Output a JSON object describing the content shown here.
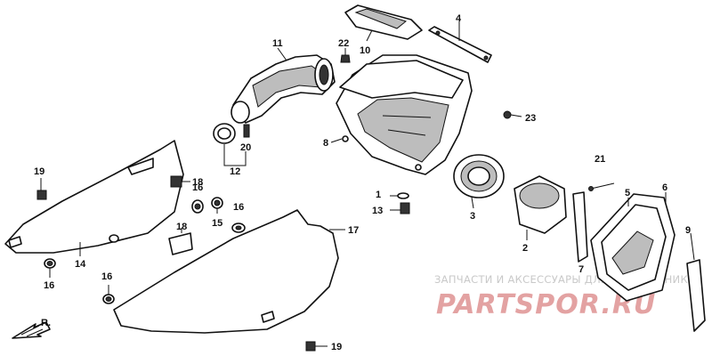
{
  "callouts": [
    "1",
    "2",
    "3",
    "4",
    "5",
    "6",
    "7",
    "8",
    "9",
    "10",
    "11",
    "12",
    "13",
    "14",
    "15",
    "16",
    "16",
    "16",
    "16",
    "17",
    "18",
    "18",
    "19",
    "19",
    "20",
    "21",
    "22",
    "23"
  ],
  "front_marker": "R.",
  "watermark": {
    "caption": "ЗАПЧАСТИ И АКСЕССУАРЫ ДЛЯ МОТОТЕХНИКИ",
    "logo": "PARTSPOR.RU"
  },
  "colors": {
    "line": "#111111",
    "watermark_caption": "#c9c9c9",
    "watermark_logo": "#e3a2a2"
  }
}
